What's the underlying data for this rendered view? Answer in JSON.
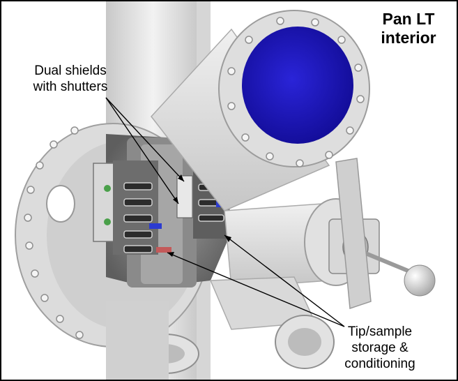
{
  "title": {
    "line1": "Pan LT",
    "line2": "interior"
  },
  "labels": {
    "shields": {
      "line1": "Dual shields",
      "line2": "with shutters"
    },
    "storage": {
      "line1": "Tip/sample",
      "line2": "storage &",
      "line3": "conditioning"
    }
  },
  "colors": {
    "metal": "#e3e3e3",
    "metal_shadow": "#b9b9b9",
    "window_blue": "#1a14b8",
    "background": "#ffffff"
  }
}
